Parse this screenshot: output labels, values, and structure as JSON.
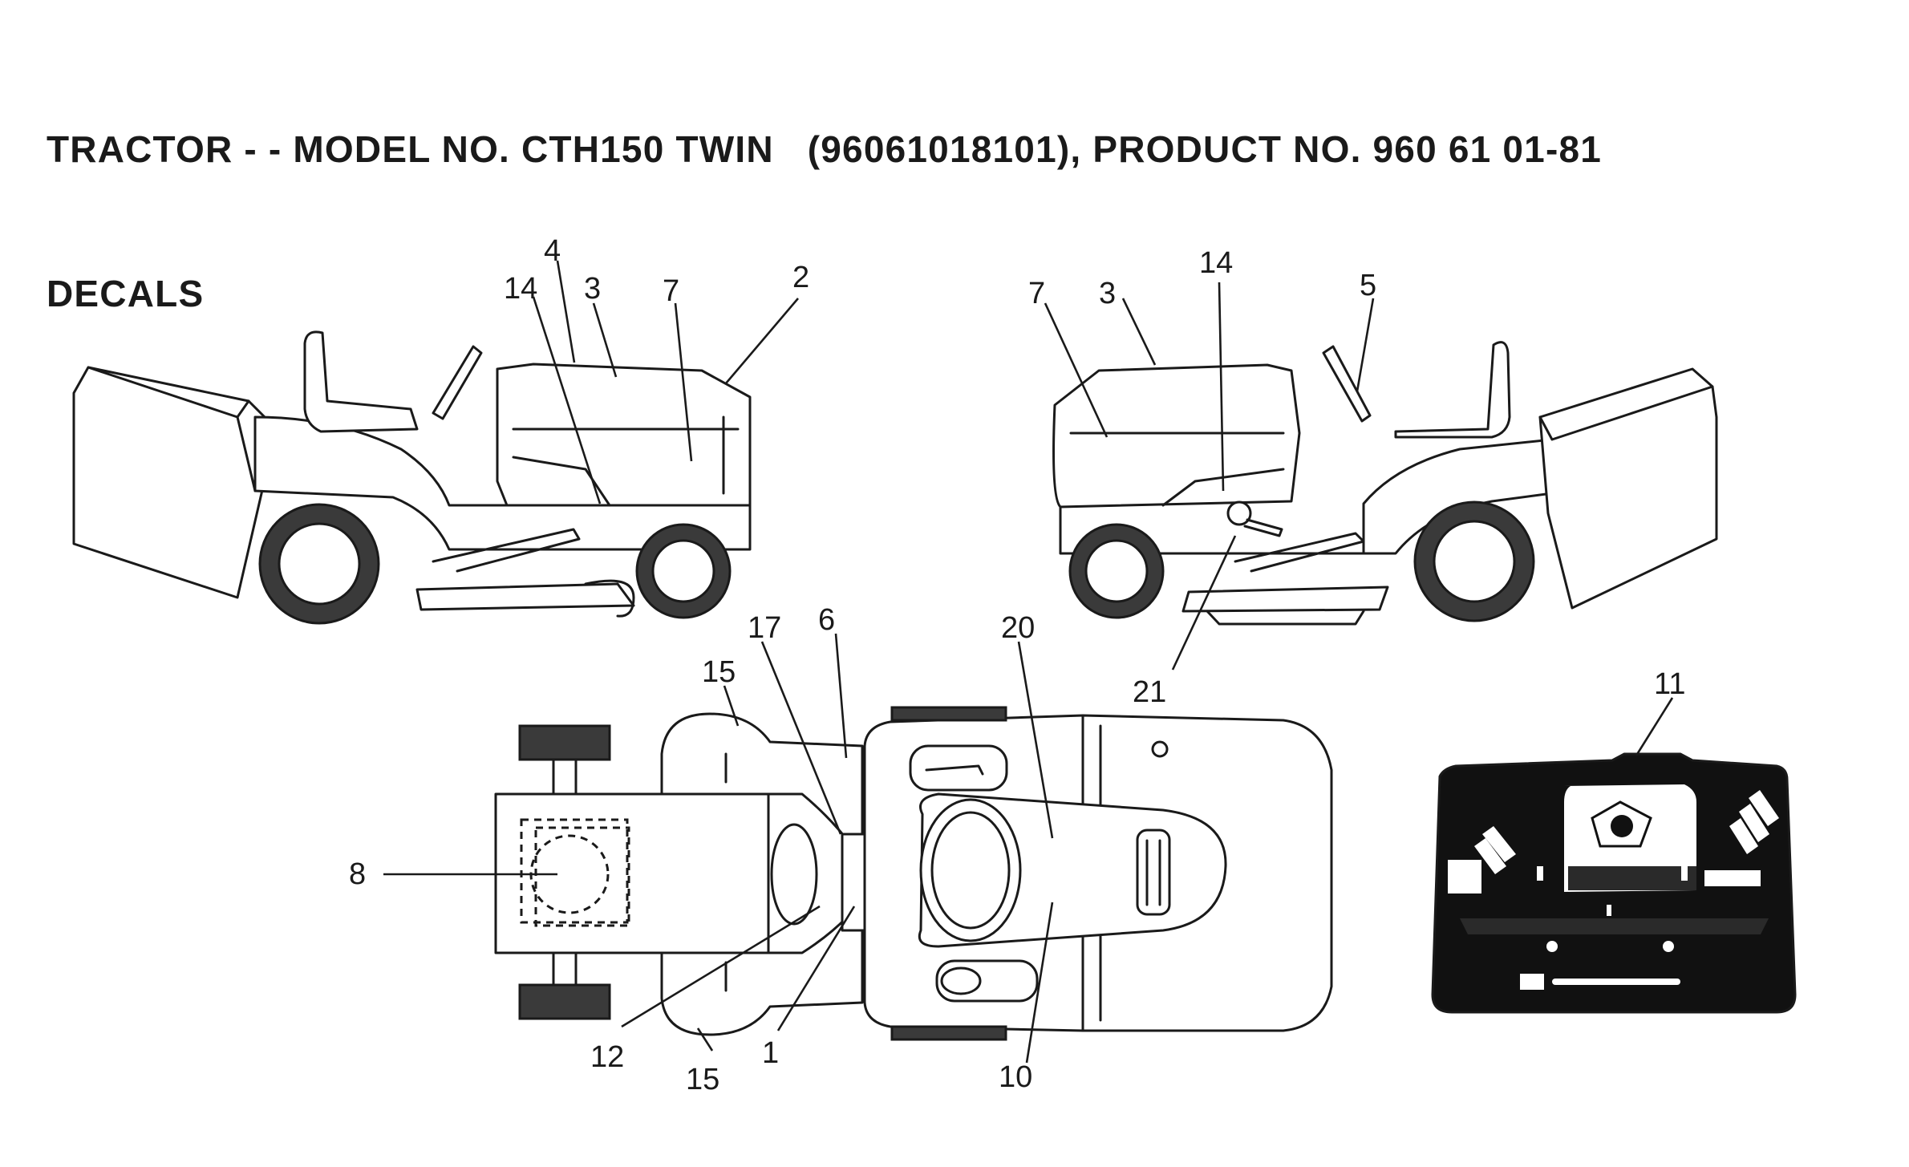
{
  "header": {
    "line1": "TRACTOR - - MODEL NO. CTH150 TWIN   (96061018101), PRODUCT NO. 960 61 01-81",
    "line2": "DECALS"
  },
  "callouts": {
    "left_view": {
      "c4": "4",
      "c14": "14",
      "c3": "3",
      "c7": "7",
      "c2": "2"
    },
    "right_view": {
      "c7": "7",
      "c3": "3",
      "c14": "14",
      "c5": "5",
      "c21": "21"
    },
    "top_view": {
      "c15a": "15",
      "c17": "17",
      "c6": "6",
      "c20": "20",
      "c8": "8",
      "c12": "12",
      "c15b": "15",
      "c1": "1",
      "c10": "10"
    },
    "panel": {
      "c11": "11"
    }
  },
  "colors": {
    "line": "#1a1a1a",
    "tire": "#3a3a3a",
    "panel": "#111111"
  }
}
